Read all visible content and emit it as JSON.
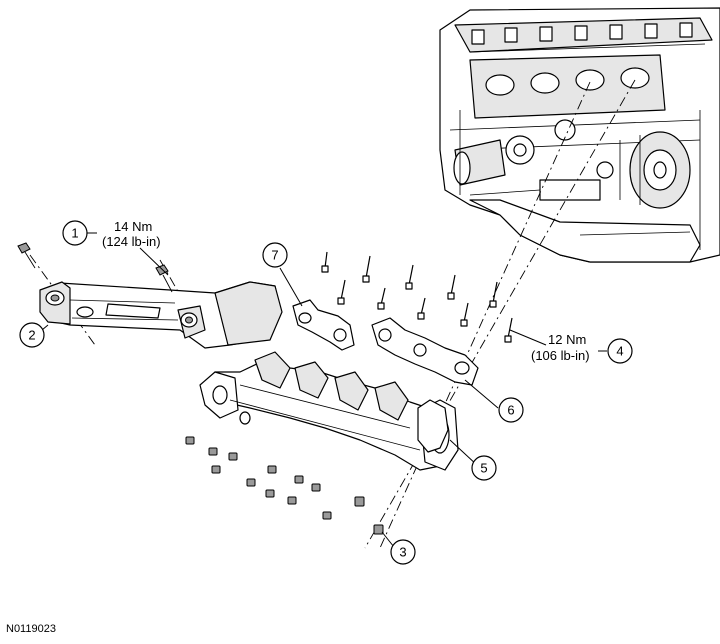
{
  "figure_code": "N0119023",
  "callouts": [
    {
      "num": "1",
      "line1": "14 Nm",
      "line2": "(124 lb-in)"
    },
    {
      "num": "2"
    },
    {
      "num": "3"
    },
    {
      "num": "4",
      "line1": "12 Nm",
      "line2": "(106 lb-in)"
    },
    {
      "num": "5"
    },
    {
      "num": "6"
    },
    {
      "num": "7"
    }
  ]
}
